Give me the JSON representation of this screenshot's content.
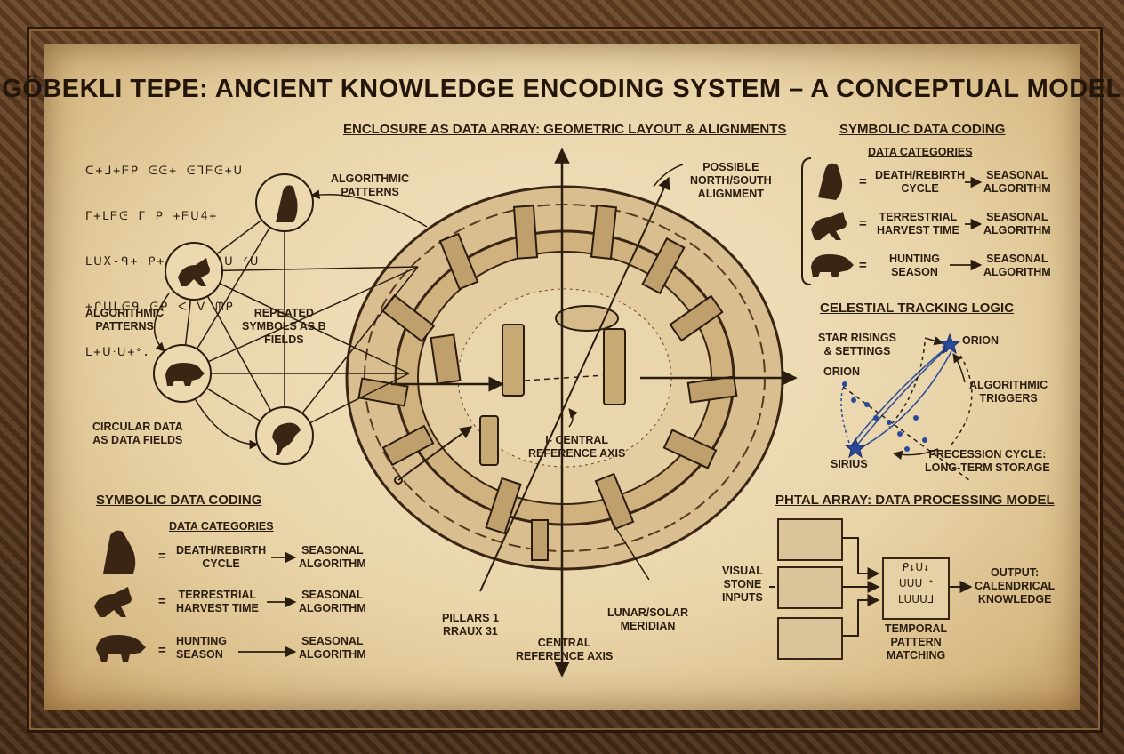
{
  "title": "GÖBEKLI TEPE: ANCIENT KNOWLEDGE ENCODING SYSTEM – A CONCEPTUAL MODEL",
  "glyph_lines": [
    "ᑕ+ᒧ+ᖴᑭ ᕮᕮ+ ᕮᒣᖴᕮ+ᑌ",
    "ᒥ+ᒪᖴᕮ ᒥ ᑭ +ᖴᑌ4+",
    "ᒪᑌX-ᑫ+ ᑭ+ ᕮᑌᑕ ᑌᑌ ᐟᑌ",
    "+ᒋᑌᒪᕮᑫ ᕮᑭ ᐸ ᐯ ᗰᑭ",
    "ᒪ+ᑌᐧᑌ+ᐤ."
  ],
  "center": {
    "heading": "ENCLOSURE AS DATA ARRAY: GEOMETRIC LAYOUT & ALIGNMENTS",
    "label_north_south": [
      "POSSIBLE",
      "NORTH/SOUTH",
      "ALIGNMENT"
    ],
    "label_central_inner": [
      "I- CENTRAL",
      "REFERENCE AXIS"
    ],
    "label_pillars": [
      "PILLARS 1",
      "RRAUX 31"
    ],
    "label_central_bottom": [
      "CENTRAL",
      "REFERENCE AXIS"
    ],
    "label_lunar": [
      "LUNAR/SOLAR",
      "MERIDIAN"
    ]
  },
  "network": {
    "label_algo_top": [
      "ALGORITHMIC",
      "PATTERNS"
    ],
    "label_algo_left": [
      "ALGORITHMIC",
      "PATTERNS"
    ],
    "label_repeated": [
      "REPEATED",
      "SYMBOLS AS B",
      "FIELDS"
    ],
    "label_circular": [
      "CIRCULAR DATA",
      "AS DATA FIELDS"
    ],
    "nodes": [
      "vulture-icon",
      "fox-icon",
      "boar-icon",
      "bird-creature-icon"
    ]
  },
  "symbolic_right": {
    "heading": "SYMBOLIC DATA CODING",
    "subheading": "DATA CATEGORIES",
    "rows": [
      {
        "icon": "vulture-icon",
        "category": [
          "DEATH/REBIRTH",
          "CYCLE"
        ],
        "result": [
          "SEASONAL",
          "ALGORITHM"
        ]
      },
      {
        "icon": "fox-icon",
        "category": [
          "TERRESTRIAL",
          "HARVEST TIME"
        ],
        "result": [
          "SEASONAL",
          "ALGORITHM"
        ]
      },
      {
        "icon": "boar-icon",
        "category": [
          "HUNTING",
          "SEASON"
        ],
        "result": [
          "SEASONAL",
          "ALGORITHM"
        ]
      }
    ]
  },
  "symbolic_left": {
    "heading": "SYMBOLIC DATA CODING",
    "subheading": "DATA CATEGORIES",
    "rows": [
      {
        "icon": "vulture-icon",
        "category": [
          "DEATH/REBIRTH",
          "CYCLE"
        ],
        "result": [
          "SEASONAL",
          "ALGORITHM"
        ]
      },
      {
        "icon": "fox-icon",
        "category": [
          "TERRESTRIAL",
          "HARVEST TIME"
        ],
        "result": [
          "SEASONAL",
          "ALGORITHM"
        ]
      },
      {
        "icon": "boar-icon",
        "category": [
          "HUNTING",
          "SEASON"
        ],
        "result": [
          "SEASONAL",
          "ALGORITHM"
        ]
      }
    ]
  },
  "celestial": {
    "heading": "CELESTIAL TRACKING LOGIC",
    "star_risings": [
      "STAR RISINGS",
      "& SETTINGS"
    ],
    "orion_top": "ORION",
    "orion_left": "ORION",
    "algorithmic_triggers": [
      "ALGORITHMIC",
      "TRIGGERS"
    ],
    "sirius": "SIRIUS",
    "precession": [
      "PRECESSION CYCLE:",
      "LONG-TERM STORAGE"
    ]
  },
  "processing": {
    "heading": "PHTAL ARRAY: DATA PROCESSING MODEL",
    "inputs": [
      "VISUAL",
      "STONE",
      "INPUTS"
    ],
    "temporal": [
      "TEMPORAL",
      "PATTERN",
      "MATCHING"
    ],
    "output": [
      "OUTPUT:",
      "CALENDRICAL",
      "KNOWLEDGE"
    ],
    "processor_glyphs": [
      "ᑭ↓ᑌ↓",
      "ᑌᑌᑌ ᐩ",
      "ᒪᑌᑌᑌᒧ"
    ]
  },
  "colors": {
    "ink": "#2b1c10",
    "star": "#2a4a9a",
    "parchment": "#ecd9b0",
    "frame": "#5a3820"
  }
}
